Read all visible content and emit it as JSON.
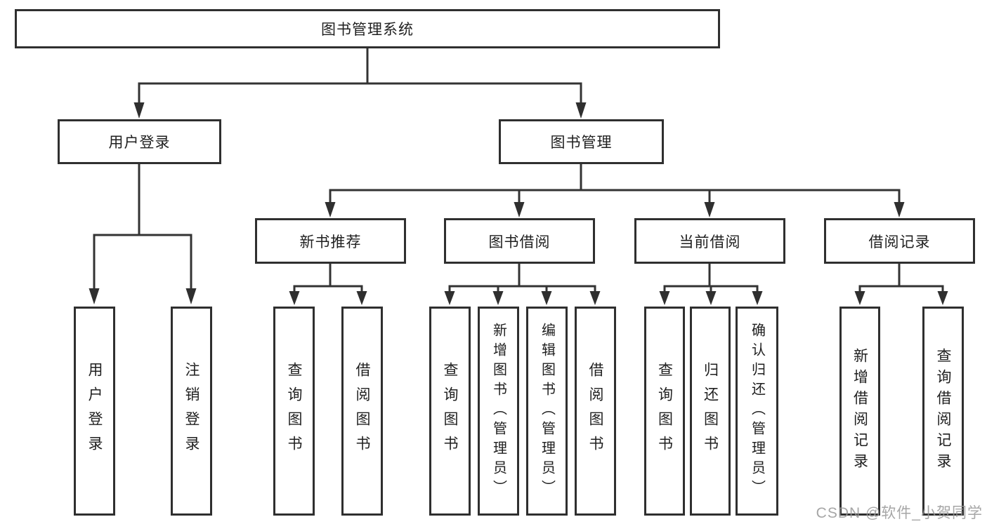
{
  "tree": {
    "root": {
      "label": "图书管理系统"
    },
    "branches": [
      {
        "label": "用户登录",
        "children": [
          "用户登录",
          "注销登录"
        ]
      },
      {
        "label": "图书管理",
        "sections": [
          {
            "label": "新书推荐",
            "children": [
              "查询图书",
              "借阅图书"
            ]
          },
          {
            "label": "图书借阅",
            "children": [
              "查询图书",
              "新增图书（管理员）",
              "编辑图书（管理员）",
              "借阅图书"
            ]
          },
          {
            "label": "当前借阅",
            "children": [
              "查询图书",
              "归还图书",
              "确认归还（管理员）"
            ]
          },
          {
            "label": "借阅记录",
            "children": [
              "新增借阅记录",
              "查询借阅记录"
            ]
          }
        ]
      }
    ]
  },
  "watermark": "CSDN @软件_小贺同学",
  "colors": {
    "line": "#333333",
    "border": "#2f2f2f",
    "text": "#1f1f1f",
    "background": "#ffffff",
    "watermark": "#969696"
  }
}
